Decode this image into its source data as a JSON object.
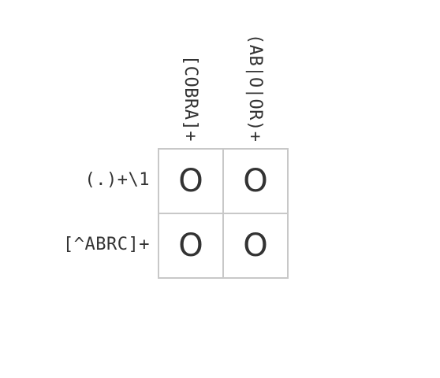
{
  "puzzle": {
    "column_clues": [
      "[COBRA]+",
      "(AB|O|OR)+"
    ],
    "row_clues": [
      "(.)+\\1",
      "[^ABRC]+"
    ],
    "cells": [
      [
        "O",
        "O"
      ],
      [
        "O",
        "O"
      ]
    ]
  }
}
